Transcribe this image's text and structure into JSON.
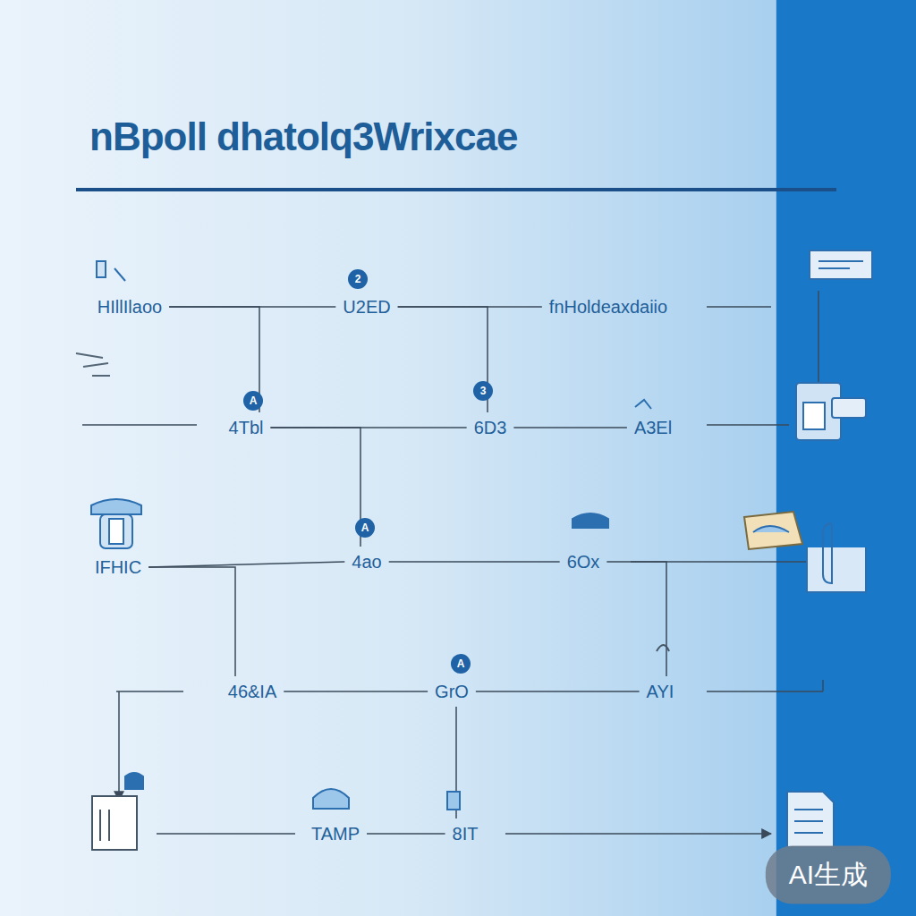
{
  "diagram": {
    "title": "nBpoll dhatolq3Wrixcae",
    "nodes": [
      {
        "text": [
          "HIllIlaoo"
        ]
      },
      {
        "text": [
          "U2ED"
        ]
      },
      {
        "text": [
          "fnHoldeaxdaiio"
        ]
      },
      {
        "text": [
          "4Tbl"
        ]
      },
      {
        "text": [
          "6D3"
        ]
      },
      {
        "text": [
          "A3El"
        ]
      },
      {
        "text": [
          "IFHIC"
        ]
      },
      {
        "text": [
          "4ao"
        ]
      },
      {
        "text": [
          "6Ox"
        ]
      },
      {
        "text": [
          "46&IA"
        ]
      },
      {
        "text": [
          "GrO"
        ]
      },
      {
        "text": [
          "AYI"
        ]
      },
      {
        "text": [
          "TAMP"
        ]
      },
      {
        "text": [
          "8IT"
        ]
      }
    ],
    "edges": [
      {
        "from": 0,
        "to": 1,
        "arrow": "none"
      },
      {
        "from": 1,
        "to": 2,
        "arrow": "none"
      },
      {
        "from": 0,
        "to": 3,
        "arrow": "none"
      },
      {
        "from": 1,
        "to": 4,
        "arrow": "none"
      },
      {
        "from": 3,
        "to": 4,
        "arrow": "none"
      },
      {
        "from": 4,
        "to": 5,
        "arrow": "none"
      },
      {
        "from": 3,
        "to": 7,
        "arrow": "none"
      },
      {
        "from": 6,
        "to": 7,
        "arrow": "none"
      },
      {
        "from": 7,
        "to": 8,
        "arrow": "none"
      },
      {
        "from": 6,
        "to": 9,
        "arrow": "none"
      },
      {
        "from": 8,
        "to": 11,
        "arrow": "none"
      },
      {
        "from": 9,
        "to": 10,
        "arrow": "none"
      },
      {
        "from": 10,
        "to": 11,
        "arrow": "none"
      },
      {
        "from": 10,
        "to": 13,
        "arrow": "none"
      },
      {
        "from": 12,
        "to": 13,
        "arrow": "none"
      }
    ],
    "labels": [
      "2",
      "A",
      "3",
      "A",
      "A",
      "AI生成"
    ]
  }
}
